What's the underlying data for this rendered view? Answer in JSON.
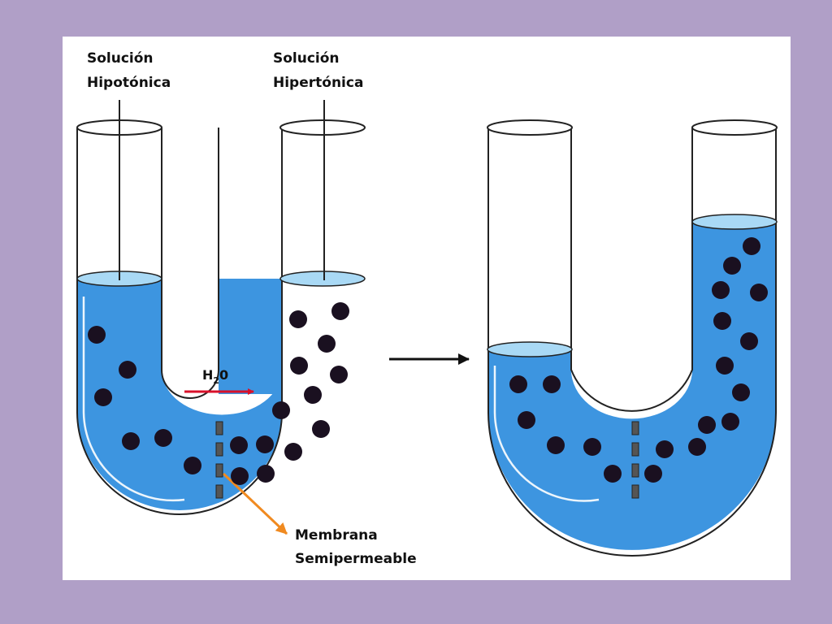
{
  "labels": {
    "hypotonic_line1": "Solución",
    "hypotonic_line2": "Hipotónica",
    "hypertonic_line1": "Solución",
    "hypertonic_line2": "Hipertónica",
    "water_main": "H",
    "water_sub": "2",
    "water_tail": "0",
    "membrane_line1": "Membrana",
    "membrane_line2": "Semipermeable"
  },
  "colors": {
    "background": "#b09fc7",
    "panel": "#ffffff",
    "solution": "#3d95e0",
    "solution_surface": "#a9d9f5",
    "outline": "#222222",
    "solute_particle": "#1a1020",
    "water_arrow": "#d8102a",
    "membrane_pointer": "#f08a20",
    "process_arrow": "#111111"
  },
  "icons": {
    "water_flow": "red-arrow-right",
    "process": "black-arrow-right",
    "membrane_pointer": "orange-arrow-down-right"
  }
}
